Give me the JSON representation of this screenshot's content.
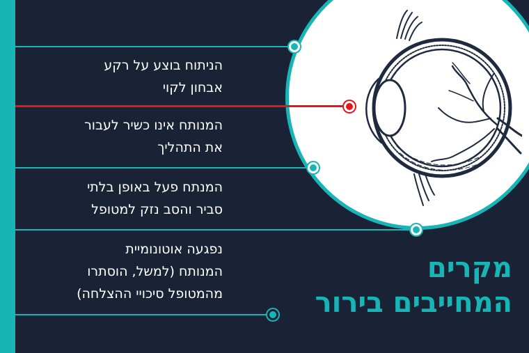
{
  "title": {
    "line1": "מקרים",
    "line2": "המחייבים בירור"
  },
  "items": [
    {
      "line1": "הניתוח בוצע על רקע",
      "line2": "אבחון לקוי"
    },
    {
      "line1": "המנותח אינו כשיר לעבור",
      "line2": "את התהליך"
    },
    {
      "line1": "המנתח פעל באופן בלתי",
      "line2": "סביר והסב נזק למטופל"
    },
    {
      "line1": "נפגעה אוטונומיית",
      "line2": "המנותח (למשל, הוסתרו",
      "line3": "מהמטופל סיכויי ההצלחה)"
    }
  ],
  "illustration": "eye-anatomy-cross-section",
  "colors": {
    "background": "#1a2336",
    "accent": "#17b5b5",
    "highlight": "#e8141c",
    "text": "#ffffff"
  }
}
